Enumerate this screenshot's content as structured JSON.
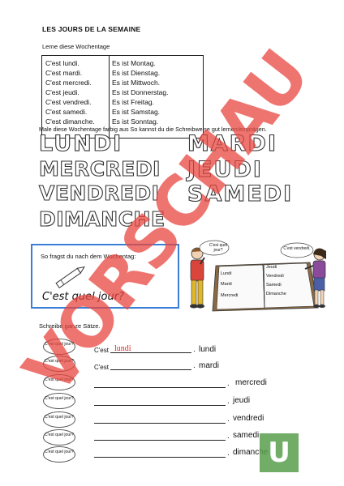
{
  "title": "LES JOURS DE LA SEMAINE",
  "instruction1": "Lerne diese Wochentage",
  "vocab": [
    {
      "fr": "C'est lundi.",
      "de": "Es ist Montag."
    },
    {
      "fr": "C'est mardi.",
      "de": "Es ist Dienstag."
    },
    {
      "fr": "C'est mercredi.",
      "de": "Es ist Mittwoch."
    },
    {
      "fr": "C'est jeudi.",
      "de": "Es ist Donnerstag."
    },
    {
      "fr": "C'est vendredi.",
      "de": "Es ist Freitag."
    },
    {
      "fr": "C'est samedi.",
      "de": "Es ist Samstag."
    },
    {
      "fr": "C'est dimanche.",
      "de": "Es ist Sonntag."
    }
  ],
  "instruction2": "Male diese Wochentage farbig aus So kannst du die Schreibweise gut lernen/einprägen.",
  "outline_words": {
    "lundi": "LUNDI",
    "mardi": "MARDI",
    "mercredi": "MERCREDI",
    "jeudi": "JEUDI",
    "vendredi": "VENDREDI",
    "samedi": "SAMEDI",
    "dimanche": "DIMANCHE"
  },
  "question_box": {
    "text": "So fragst du nach dem Wochentag:",
    "question": "C'est quel jour?"
  },
  "illustration": {
    "bubble_left": "C'est quel jour?",
    "bubble_right": "C'est vendredi.",
    "book_pages": [
      "Lundi",
      "Mardi",
      "Mercredi",
      "Jeudi",
      "Vendredi",
      "Samedi",
      "Dimanche"
    ]
  },
  "instruction3": "Schreibe ganze Sätze.",
  "exercise": {
    "bubble_text": "C'est quel jour?",
    "cest": "C'est",
    "example_answer": "lundi",
    "rows": [
      "lundi",
      "mardi",
      "mercredi",
      "jeudi",
      "vendredi",
      "samedi",
      "dimanche"
    ]
  },
  "watermark": "VORSCHAU",
  "logo_letter": "U",
  "colors": {
    "watermark": "#e8463f",
    "box_border": "#3a7fd5",
    "example_answer": "#d7261e",
    "logo": "#5a9f4e"
  }
}
